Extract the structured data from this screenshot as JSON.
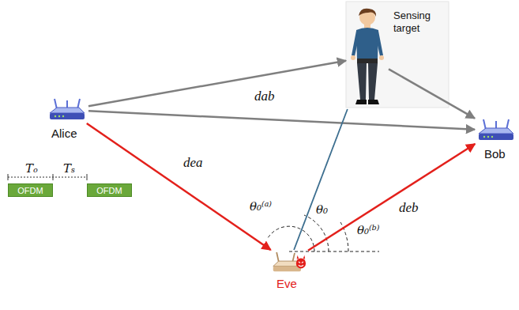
{
  "diagram": {
    "nodes": [
      {
        "text": [
          "Sensing target"
        ]
      },
      {
        "text": [
          "Alice"
        ]
      },
      {
        "text": [
          "Bob"
        ]
      },
      {
        "text": [
          "Eve"
        ]
      },
      {
        "text": [
          "OFDM"
        ]
      },
      {
        "text": [
          "OFDM"
        ]
      }
    ],
    "edges": [
      {
        "from": 1,
        "to": 0,
        "arrow": "to"
      },
      {
        "from": 0,
        "to": 2,
        "arrow": "to"
      },
      {
        "from": 1,
        "to": 2,
        "arrow": "to",
        "label": "dab"
      },
      {
        "from": 1,
        "to": 3,
        "arrow": "to",
        "label": "dea"
      },
      {
        "from": 3,
        "to": 2,
        "arrow": "to",
        "label": "deb"
      },
      {
        "from": 3,
        "to": 0,
        "arrow": "none"
      }
    ],
    "labels": [
      "Tₒ",
      "Tₛ",
      "θ₀⁽ᵃ⁾",
      "θ₀",
      "θ₀⁽ᵇ⁾"
    ]
  }
}
